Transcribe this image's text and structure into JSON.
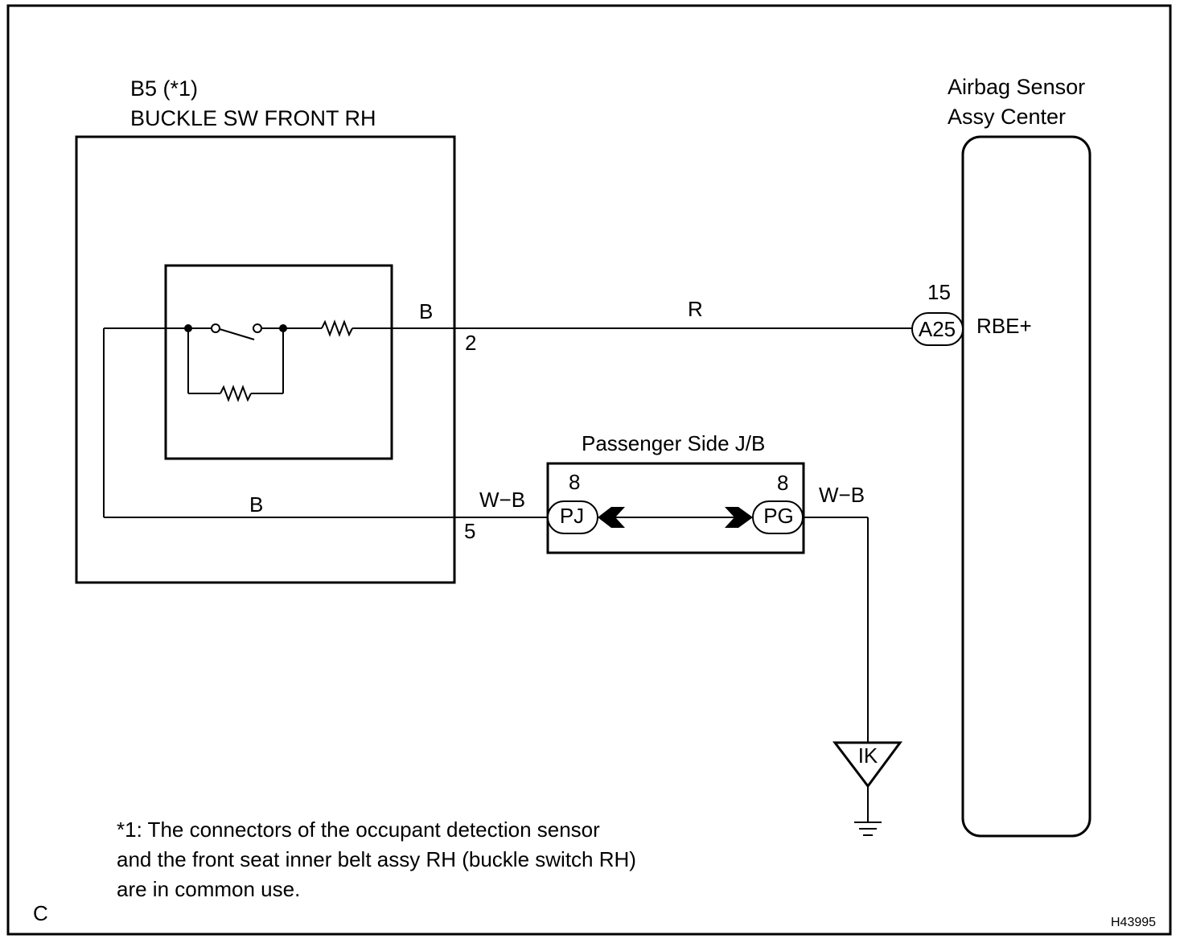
{
  "component_b5": {
    "ref": "B5 (*1)",
    "name": "BUCKLE SW FRONT RH"
  },
  "airbag_sensor": {
    "name_line1": "Airbag Sensor",
    "name_line2": "Assy Center",
    "terminal_number": "15",
    "connector": "A25",
    "terminal_name": "RBE+"
  },
  "junction_block": {
    "name": "Passenger Side J/B",
    "connector_left": "PJ",
    "connector_left_pin": "8",
    "connector_right": "PG",
    "connector_right_pin": "8"
  },
  "wires": {
    "internal_top": "B",
    "internal_bottom": "B",
    "top_color": "R",
    "lower_color_left": "W−B",
    "lower_color_right": "W−B"
  },
  "pins": {
    "b5_pin_top": "2",
    "b5_pin_bottom": "5"
  },
  "ground": {
    "label": "IK"
  },
  "footnote": {
    "line1": "*1: The connectors of the occupant detection sensor",
    "line2": "and the front seat inner belt assy RH (buckle switch RH)",
    "line3": "are in common use."
  },
  "corner_left": "C",
  "figure_id": "H43995"
}
